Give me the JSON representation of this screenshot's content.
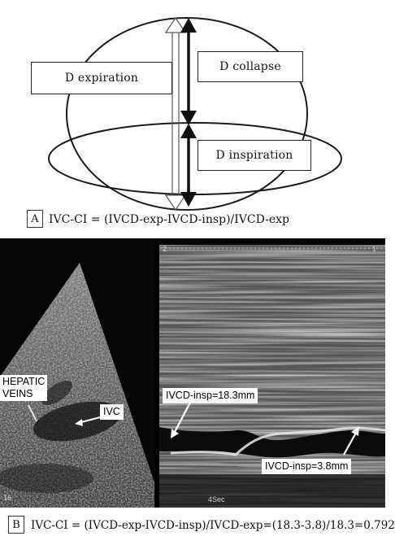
{
  "panel_a": {
    "tag": "A",
    "labels": {
      "expiration": "D expiration",
      "collapse": "D collapse",
      "inspiration": "D inspiration"
    },
    "formula": "IVC-CI = (IVCD-exp-IVCD-insp)/IVCD-exp"
  },
  "panel_b": {
    "tag": "B",
    "labels": {
      "hepatic_veins_line1": "HEPATIC",
      "hepatic_veins_line2": "VEINS",
      "ivc": "IVC",
      "ivcd_insp_top": "IVCD-insp=18.3mm",
      "ivcd_insp_bottom": "IVCD-insp=3.8mm"
    },
    "marks": {
      "depth_label": "16",
      "time_label": "4Sec",
      "top_marker_2": "2",
      "top_marker_1": "1"
    },
    "formula": "IVC-CI = (IVCD-exp-IVCD-insp)/IVCD-exp=(18.3-3.8)/18.3=0.792"
  }
}
